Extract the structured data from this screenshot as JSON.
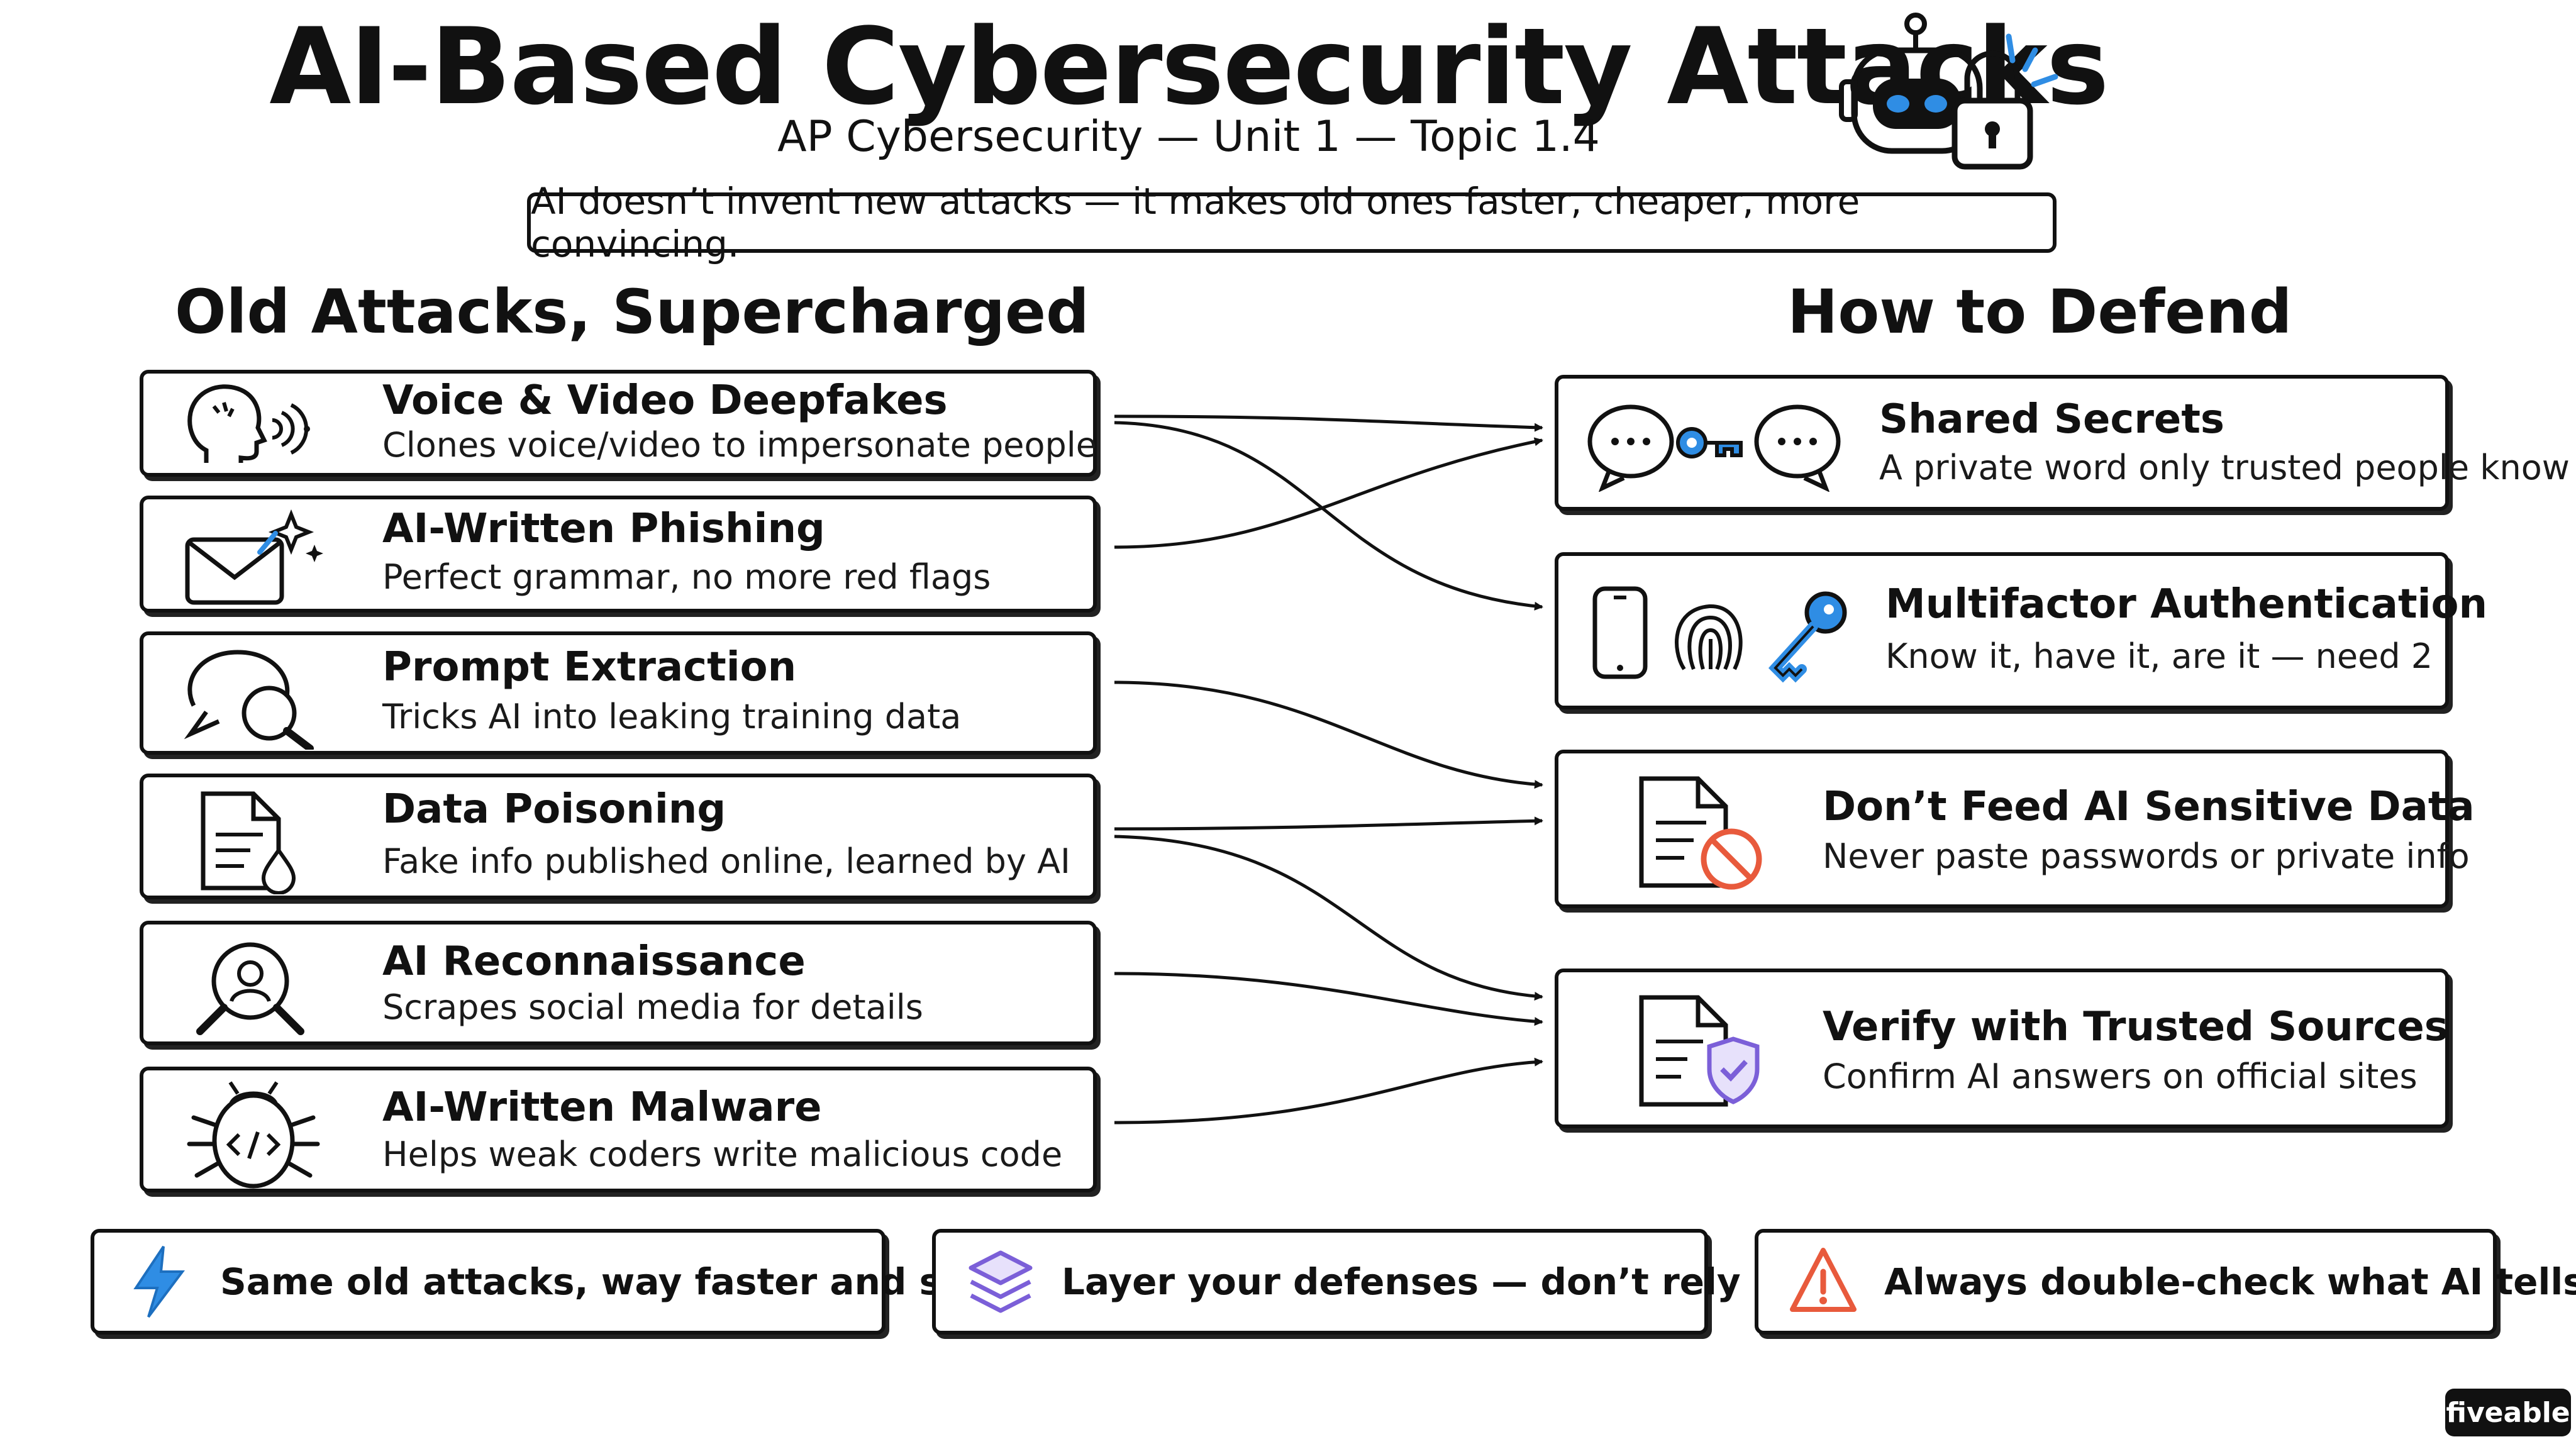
{
  "header": {
    "title": "AI-Based Cybersecurity Attacks",
    "subtitle": "AP Cybersecurity — Unit 1 — Topic 1.4",
    "banner": "AI doesn’t invent new attacks — it makes old ones faster, cheaper, more convincing."
  },
  "attacks": {
    "heading": "Old Attacks, Supercharged",
    "items": [
      {
        "title": "Voice & Video Deepfakes",
        "desc": "Clones voice/video to impersonate people",
        "icon": "head-voice-icon"
      },
      {
        "title": "AI-Written Phishing",
        "desc": "Perfect grammar, no more red flags",
        "icon": "envelope-sparkle-icon"
      },
      {
        "title": "Prompt Extraction",
        "desc": "Tricks AI into leaking training data",
        "icon": "chat-magnifier-icon"
      },
      {
        "title": "Data Poisoning",
        "desc": "Fake info published online, learned by AI",
        "icon": "document-drop-icon"
      },
      {
        "title": "AI Reconnaissance",
        "desc": "Scrapes social media for details",
        "icon": "person-magnifier-icon"
      },
      {
        "title": "AI-Written Malware",
        "desc": "Helps weak coders write malicious code",
        "icon": "bug-code-icon"
      }
    ]
  },
  "defenses": {
    "heading": "How to Defend",
    "items": [
      {
        "title": "Shared Secrets",
        "desc": "A private word only trusted people know",
        "icon": "chat-key-icon"
      },
      {
        "title": "Multifactor Authentication",
        "desc": "Know it, have it, are it — need 2",
        "icon": "phone-fingerprint-key-icon"
      },
      {
        "title": "Don’t Feed AI Sensitive Data",
        "desc": "Never paste passwords or private info",
        "icon": "document-block-icon"
      },
      {
        "title": "Verify with Trusted Sources",
        "desc": "Confirm AI answers on official sites",
        "icon": "document-shield-icon"
      }
    ]
  },
  "tips": [
    {
      "text": "Same old attacks, way faster and smarter",
      "icon": "lightning-icon"
    },
    {
      "text": "Layer your defenses — don’t rely on one",
      "icon": "layers-icon"
    },
    {
      "text": "Always double-check what AI tells you",
      "icon": "warning-icon"
    }
  ],
  "brand": "fiveable",
  "colors": {
    "blue": "#2f8de4",
    "red": "#e85a3c",
    "purple": "#7b5fd8",
    "ink": "#111111"
  }
}
